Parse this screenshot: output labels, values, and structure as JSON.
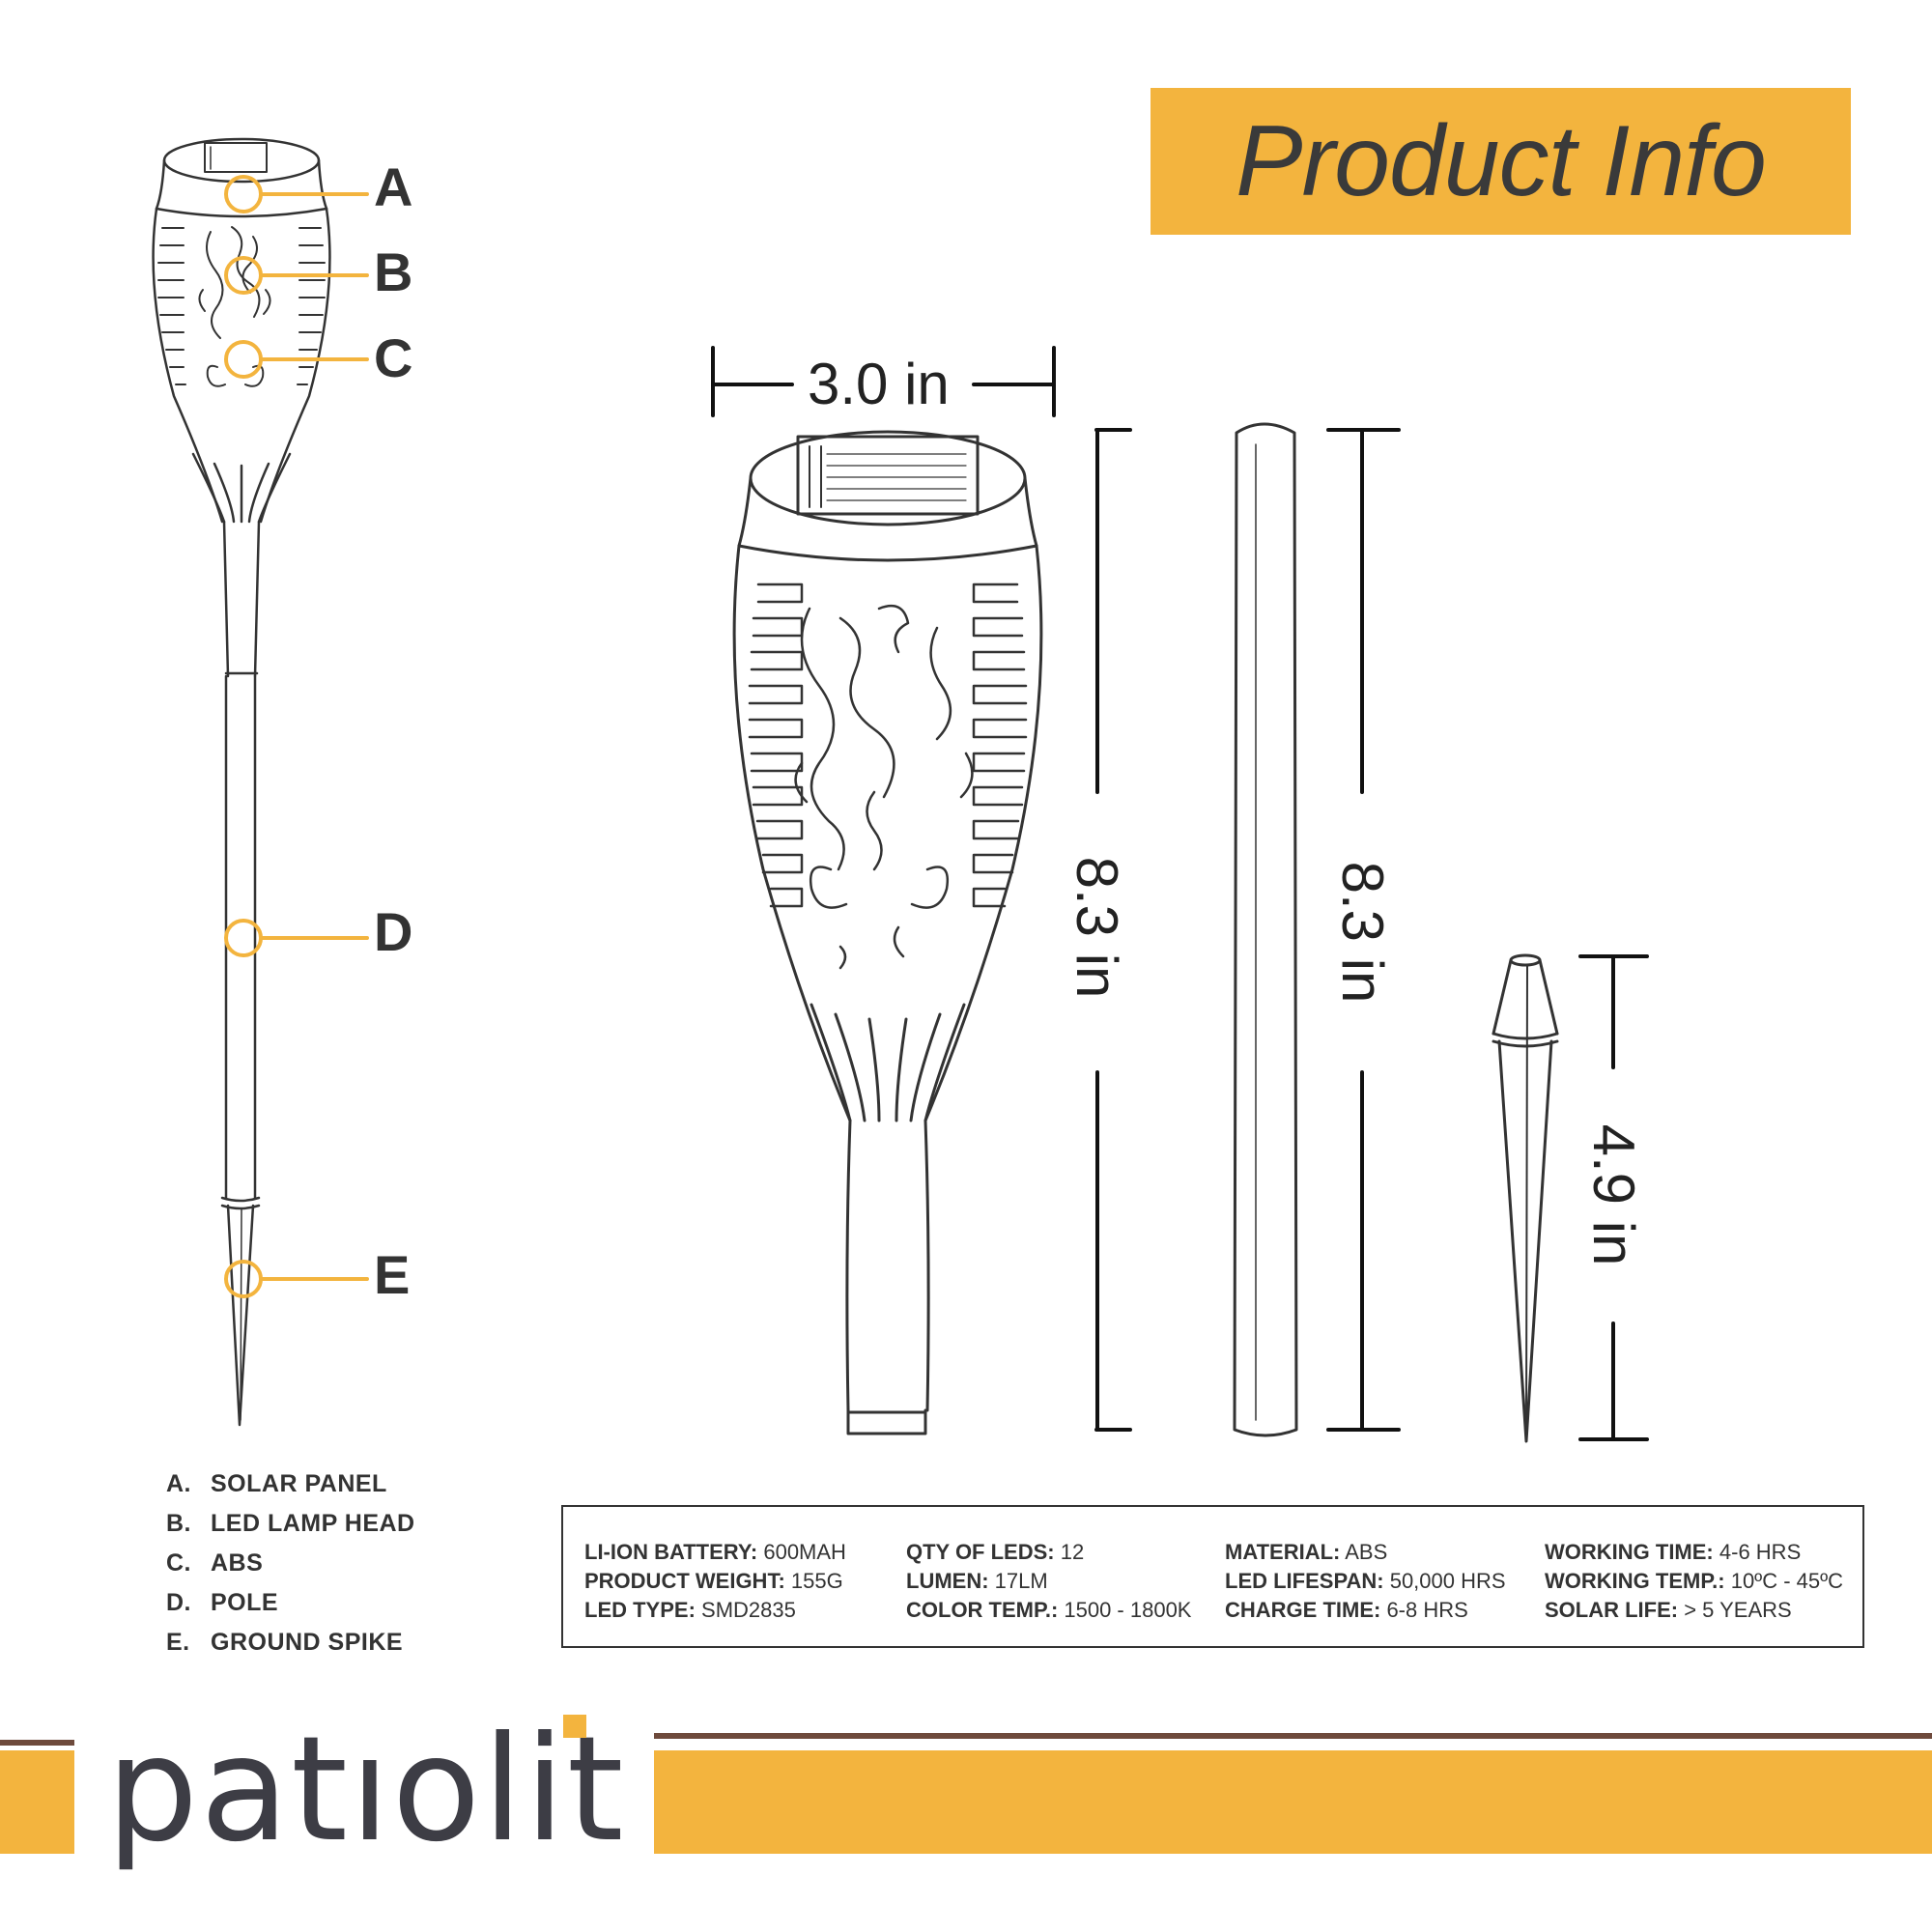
{
  "banner": {
    "title": "Product Info"
  },
  "callouts": [
    {
      "letter": "A"
    },
    {
      "letter": "B"
    },
    {
      "letter": "C"
    },
    {
      "letter": "D"
    },
    {
      "letter": "E"
    }
  ],
  "dimensions": {
    "head_width": "3.0 in",
    "head_height": "8.3 in",
    "pole_length": "8.3 in",
    "spike_length": "4.9 in"
  },
  "parts": [
    {
      "letter": "A.",
      "name": "SOLAR PANEL"
    },
    {
      "letter": "B.",
      "name": "LED LAMP HEAD"
    },
    {
      "letter": "C.",
      "name": "ABS"
    },
    {
      "letter": "D.",
      "name": "POLE"
    },
    {
      "letter": "E.",
      "name": "GROUND SPIKE"
    }
  ],
  "specs": [
    [
      {
        "key": "LI-ION BATTERY:",
        "value": " 600MAH"
      },
      {
        "key": "PRODUCT WEIGHT:",
        "value": " 155G"
      },
      {
        "key": "LED TYPE:",
        "value": " SMD2835"
      }
    ],
    [
      {
        "key": "QTY OF LEDS:",
        "value": " 12"
      },
      {
        "key": "LUMEN:",
        "value": " 17LM"
      },
      {
        "key": "COLOR TEMP.:",
        "value": " 1500 - 1800K"
      }
    ],
    [
      {
        "key": "MATERIAL:",
        "value": " ABS"
      },
      {
        "key": "LED LIFESPAN:",
        "value": " 50,000 HRS"
      },
      {
        "key": "CHARGE TIME:",
        "value": " 6-8 HRS"
      }
    ],
    [
      {
        "key": "WORKING TIME:",
        "value": " 4-6 HRS"
      },
      {
        "key": "WORKING TEMP.:",
        "value": " 10ºC - 45ºC"
      },
      {
        "key": "SOLAR LIFE:",
        "value": " > 5 YEARS"
      }
    ]
  ],
  "brand": {
    "logo_text": "patıolit"
  },
  "colors": {
    "accent": "#f3b43e",
    "brown": "#6e4a3c",
    "ink": "#333333"
  }
}
